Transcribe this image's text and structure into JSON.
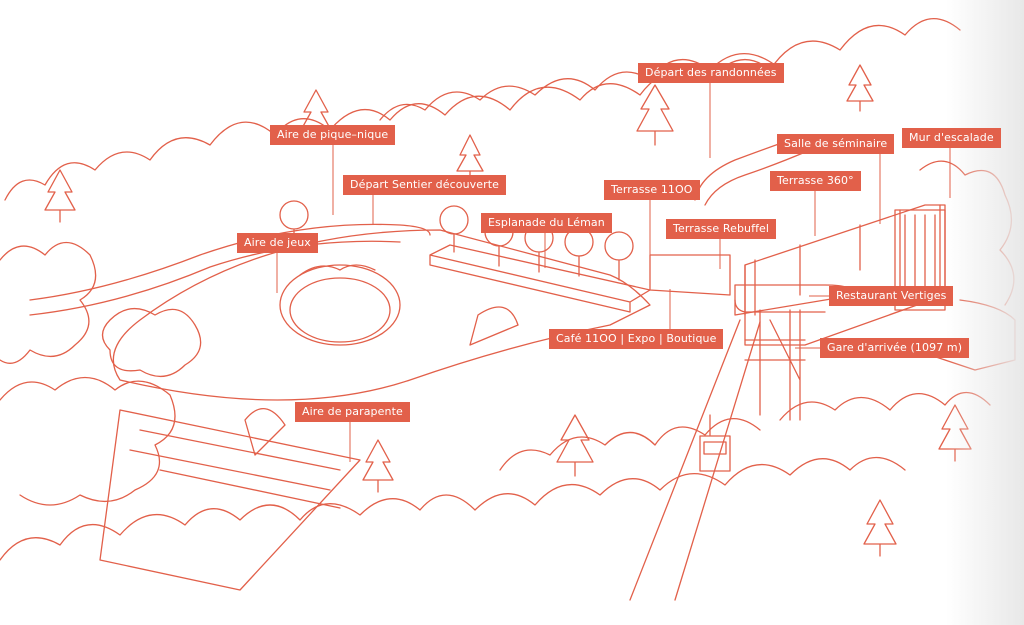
{
  "colors": {
    "line": "#e2604a",
    "label_bg": "#e2604a",
    "label_text": "#ffffff",
    "background": "#ffffff"
  },
  "labels": {
    "depart_randonnees": "Départ des randonnées",
    "aire_pique_nique": "Aire de pique–nique",
    "salle_seminaire": "Salle de séminaire",
    "mur_escalade": "Mur d'escalade",
    "depart_sentier": "Départ Sentier découverte",
    "terrasse_1100": "Terrasse 11OO",
    "terrasse_360": "Terrasse 360°",
    "esplanade": "Esplanade du Léman",
    "terrasse_rebuffel": "Terrasse Rebuffel",
    "aire_jeux": "Aire de jeux",
    "restaurant": "Restaurant Vertiges",
    "cafe": "Café 11OO | Expo | Boutique",
    "gare": "Gare d'arrivée (1097 m)",
    "parapente": "Aire de parapente"
  }
}
